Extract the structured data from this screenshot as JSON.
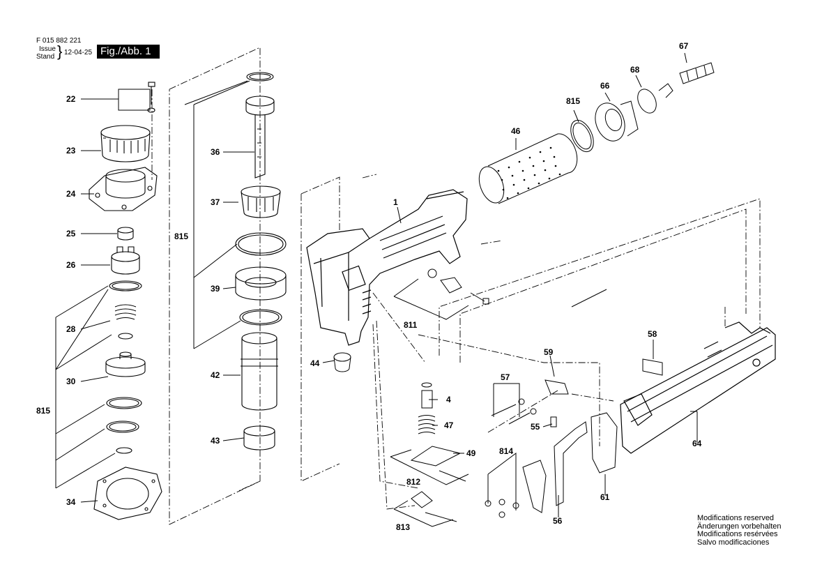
{
  "header": {
    "doc_number": "F 015 882 221",
    "issue_label": "Issue",
    "stand_label": "Stand",
    "date": "12-04-25",
    "figure": "Fig./Abb. 1"
  },
  "part_labels": [
    "22",
    "23",
    "24",
    "25",
    "26",
    "28",
    "30",
    "815",
    "34",
    "36",
    "37",
    "815",
    "39",
    "42",
    "43",
    "1",
    "44",
    "4",
    "47",
    "49",
    "812",
    "813",
    "811",
    "46",
    "815",
    "66",
    "68",
    "67",
    "57",
    "59",
    "58",
    "55",
    "814",
    "56",
    "61",
    "64"
  ],
  "modifications": [
    "Modifications reserved",
    "Änderungen vorbehalten",
    "Modifications resérvées",
    "Salvo modificaciones"
  ]
}
